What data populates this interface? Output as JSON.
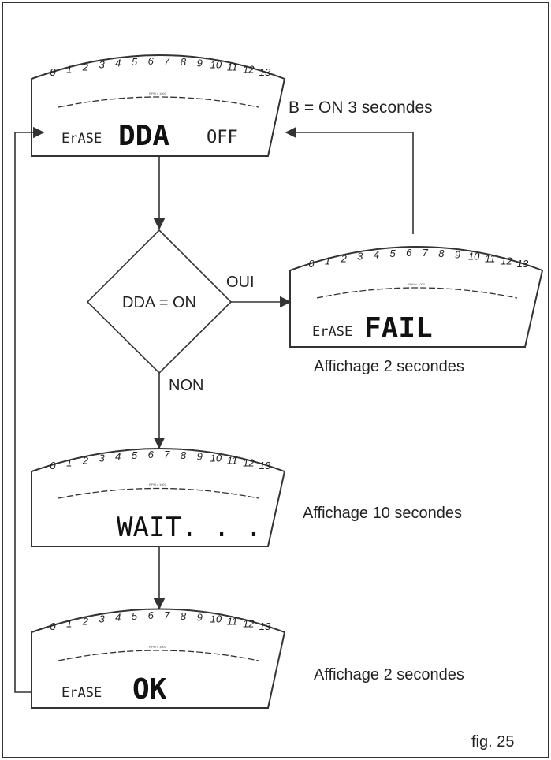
{
  "figure_label": "fig. 25",
  "tach_scale": [
    "0",
    "1",
    "2",
    "3",
    "4",
    "5",
    "6",
    "7",
    "8",
    "9",
    "10",
    "11",
    "12",
    "13"
  ],
  "tach_unit": "RPM x 1000",
  "panels": {
    "erase_dda_off": {
      "left": "ErASE",
      "center": "DDA",
      "right": "OFF"
    },
    "erase_fail": {
      "left": "ErASE",
      "center": "FAIL"
    },
    "wait": {
      "center": "WAIT. . ."
    },
    "erase_ok": {
      "left": "ErASE",
      "center": "OK"
    }
  },
  "decision": {
    "text": "DDA = ON",
    "yes_label": "OUI",
    "no_label": "NON"
  },
  "notes": {
    "b_on": "B = ON 3 secondes",
    "fail_display": "Affichage 2 secondes",
    "wait_display": "Affichage 10 secondes",
    "ok_display": "Affichage 2 secondes"
  }
}
